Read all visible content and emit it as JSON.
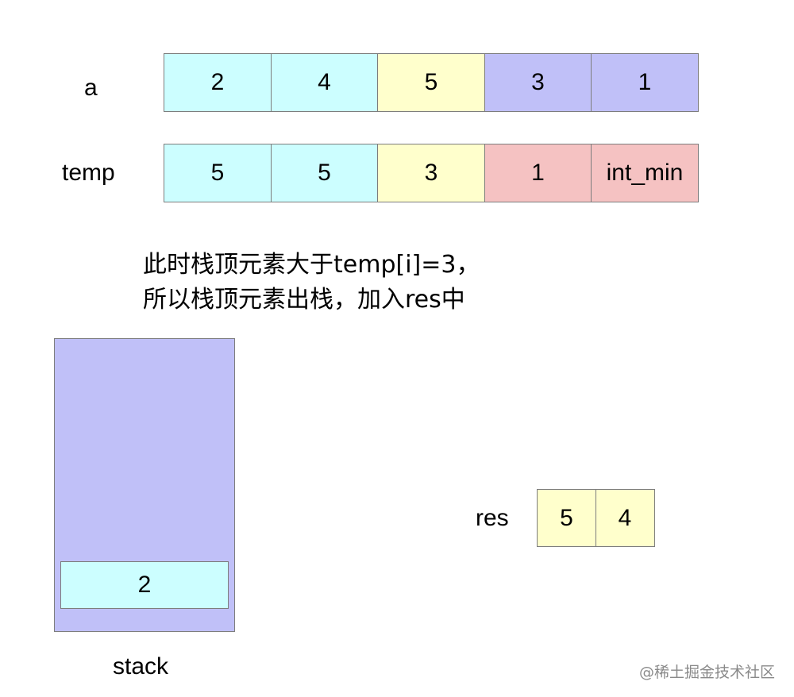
{
  "colors": {
    "cyan": "#ccfeff",
    "yellow": "#ffffcc",
    "purple": "#c0c0f8",
    "pink": "#f5c2c2",
    "border": "#7d7d7d"
  },
  "array_a": {
    "label": "a",
    "cells": [
      {
        "value": "2",
        "color": "#ccfeff"
      },
      {
        "value": "4",
        "color": "#ccfeff"
      },
      {
        "value": "5",
        "color": "#ffffcc"
      },
      {
        "value": "3",
        "color": "#c0c0f8"
      },
      {
        "value": "1",
        "color": "#c0c0f8"
      }
    ]
  },
  "array_temp": {
    "label": "temp",
    "cells": [
      {
        "value": "5",
        "color": "#ccfeff"
      },
      {
        "value": "5",
        "color": "#ccfeff"
      },
      {
        "value": "3",
        "color": "#ffffcc"
      },
      {
        "value": "1",
        "color": "#f5c2c2"
      },
      {
        "value": "int_min",
        "color": "#f5c2c2"
      }
    ]
  },
  "note": {
    "line1": "此时栈顶元素大于temp[i]=3，",
    "line2": "所以栈顶元素出栈，加入res中"
  },
  "stack": {
    "label": "stack",
    "items": [
      {
        "value": "2",
        "color": "#ccfeff"
      }
    ]
  },
  "res": {
    "label": "res",
    "cells": [
      {
        "value": "5",
        "color": "#ffffcc"
      },
      {
        "value": "4",
        "color": "#ffffcc"
      }
    ]
  },
  "watermark": "@稀土掘金技术社区"
}
